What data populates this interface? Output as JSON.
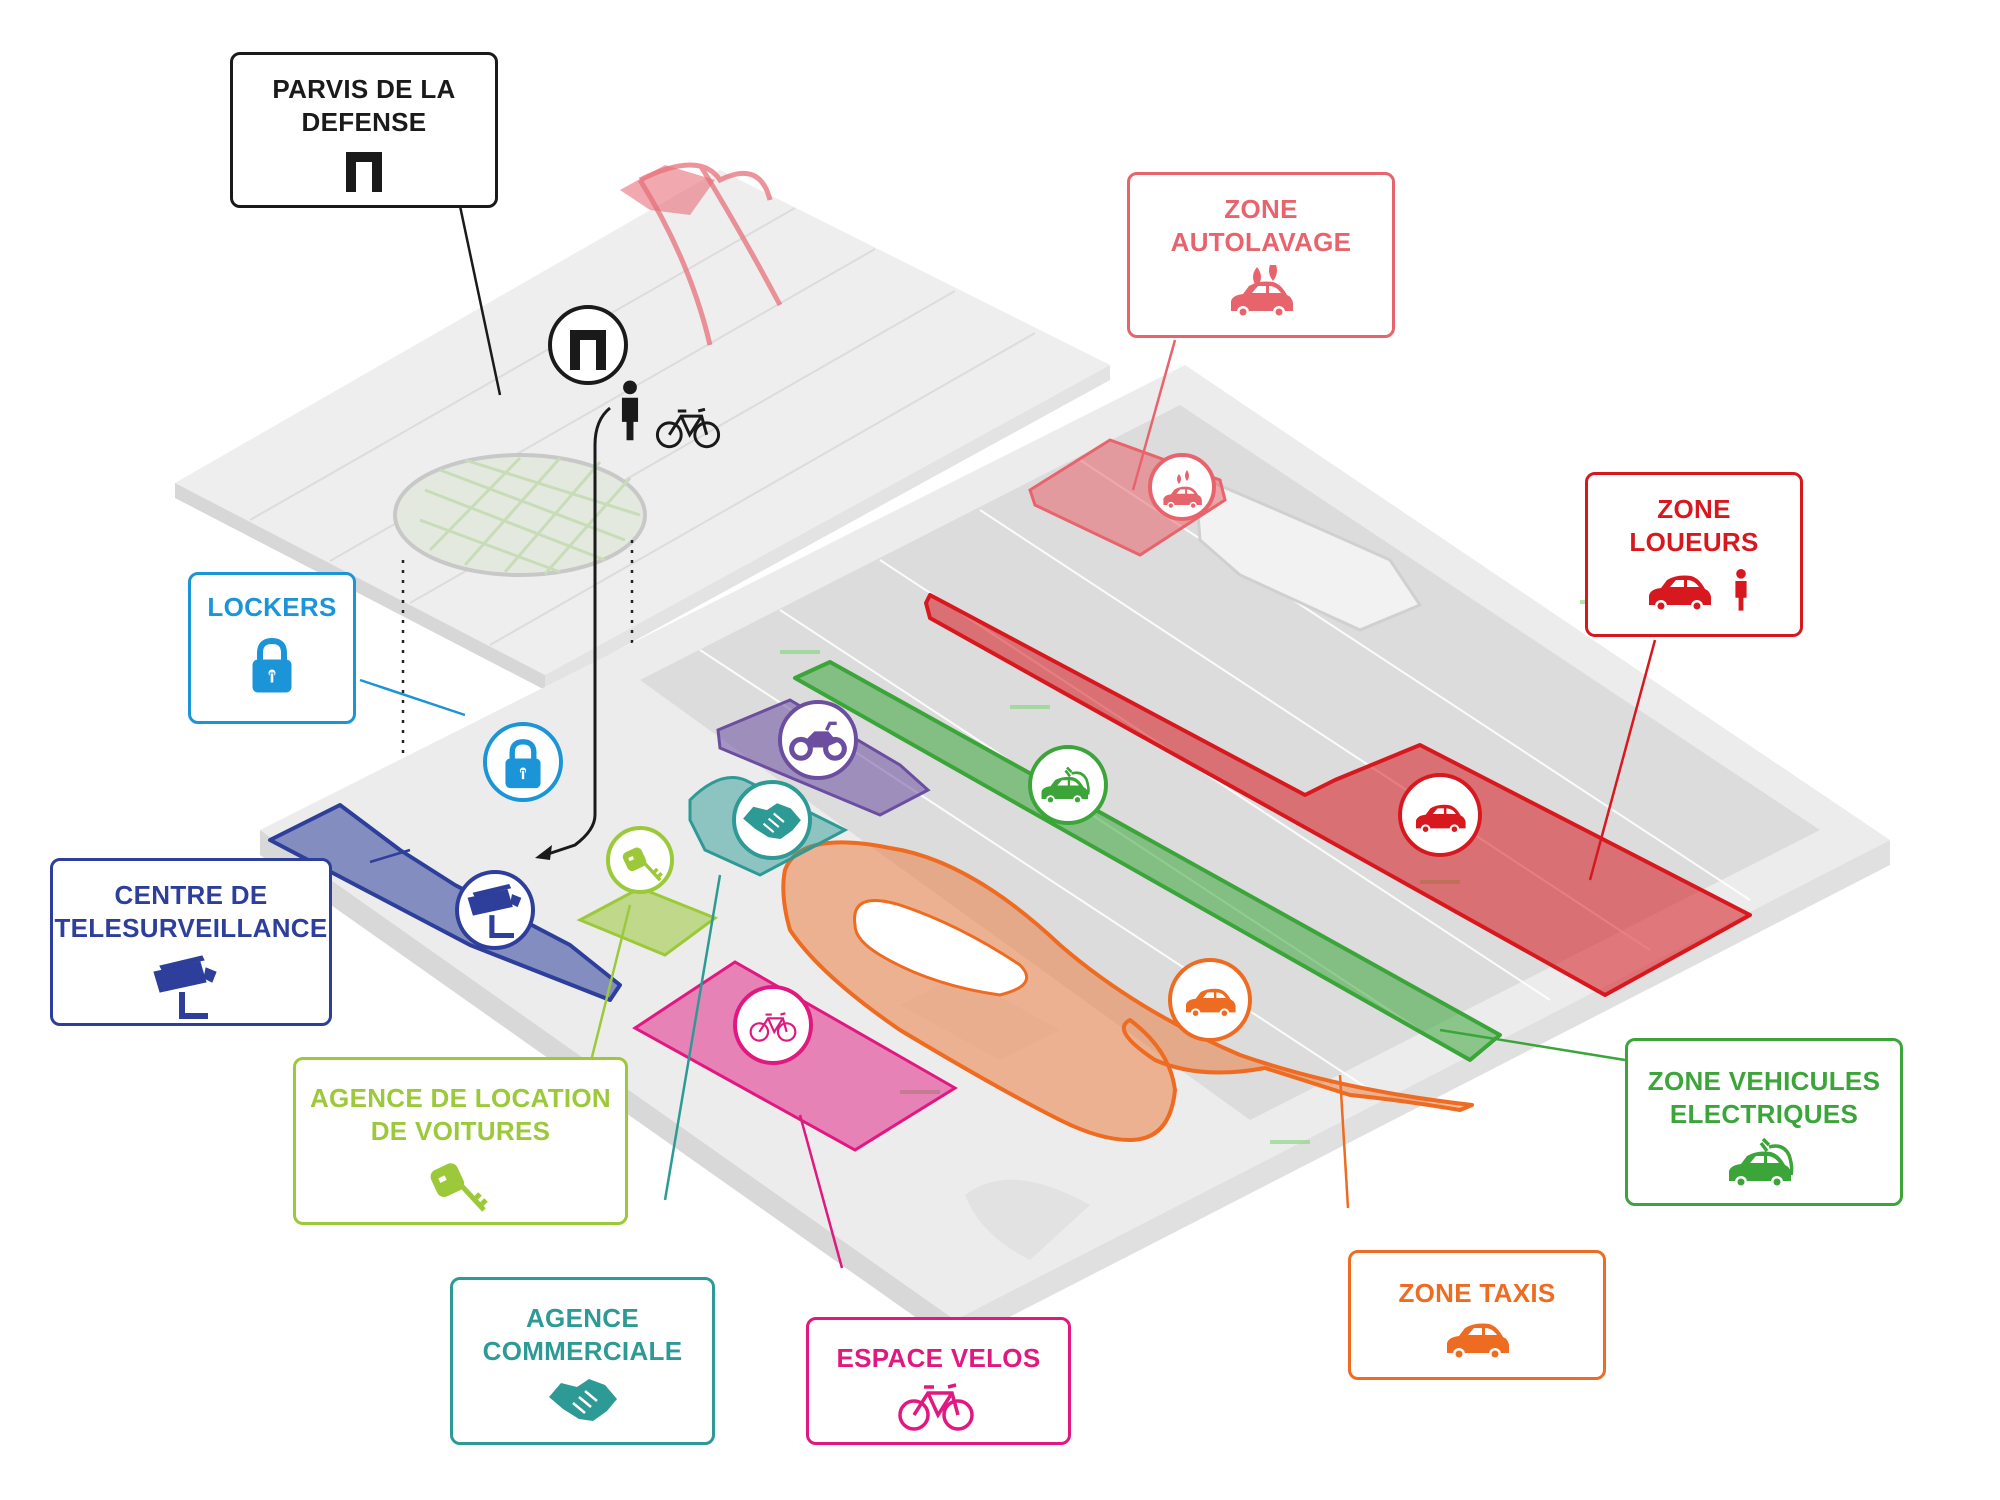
{
  "colors": {
    "black": "#1a1a1a",
    "lockers": "#1b95d8",
    "telesurveillance": "#2d3f9a",
    "location": "#9cc93a",
    "commerciale": "#2e9a95",
    "velos": "#e0187f",
    "taxis": "#ee6b22",
    "electriques": "#3ba53a",
    "loueurs": "#d7191f",
    "autolavage": "#e8646d",
    "moto": "#6c4ea0"
  },
  "callouts": {
    "parvis": {
      "label": "PARVIS DE LA\nDEFENSE",
      "icon": "metro-icon"
    },
    "autolavage": {
      "label": "ZONE\nAUTOLAVAGE",
      "icon": "car-wash-icon"
    },
    "loueurs": {
      "label": "ZONE\nLOUEURS",
      "icon": "car-and-person-icon"
    },
    "lockers": {
      "label": "LOCKERS",
      "icon": "padlock-icon"
    },
    "telesurveillance": {
      "label": "CENTRE DE\nTELESURVEILLANCE",
      "icon": "cctv-camera-icon"
    },
    "location": {
      "label": "AGENCE DE LOCATION\nDE VOITURES",
      "icon": "key-icon"
    },
    "commerciale": {
      "label": "AGENCE\nCOMMERCIALE",
      "icon": "handshake-icon"
    },
    "velos": {
      "label": "ESPACE VELOS",
      "icon": "bicycle-icon"
    },
    "taxis": {
      "label": "ZONE TAXIS",
      "icon": "car-icon"
    },
    "electriques": {
      "label": "ZONE VEHICULES\nELECTRIQUES",
      "icon": "electric-car-icon"
    }
  }
}
